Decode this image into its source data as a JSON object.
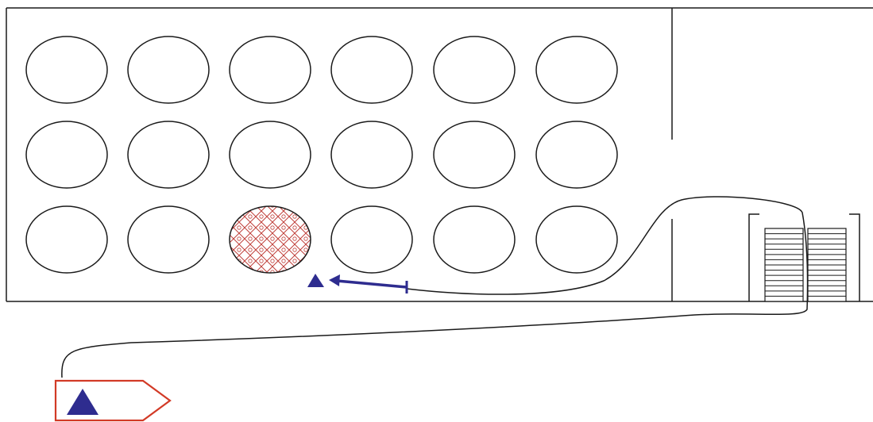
{
  "diagram": {
    "grid": {
      "rows": 3,
      "columns": 6
    },
    "highlighted_cell": {
      "row": 3,
      "column": 3,
      "pattern": "red-crosshatch"
    },
    "symbols": {
      "team_marker": "triangle-icon",
      "movement_arrow": "arrow-left-icon",
      "entry_point": "pentagon-marker-icon",
      "stairs": "stairs-icon"
    },
    "colors": {
      "line": "#1a1a1a",
      "marker": "#2e2c8f",
      "hatch": "#c0403a",
      "entry_outline": "#d23a26"
    }
  }
}
